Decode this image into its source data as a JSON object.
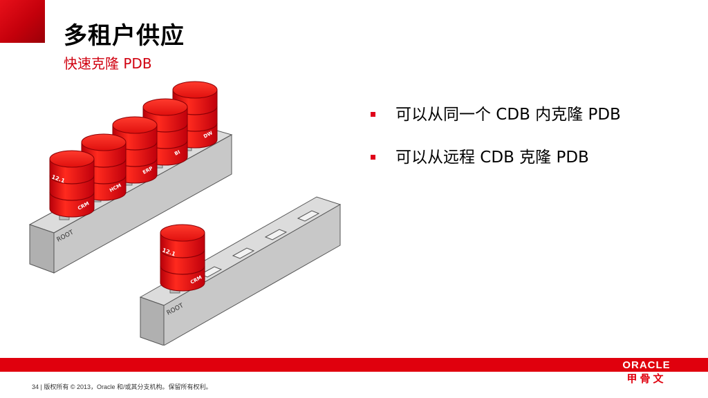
{
  "header": {
    "title": "多租户供应",
    "subtitle": "快速克隆 PDB"
  },
  "bullets": [
    "可以从同一个 CDB 内克隆 PDB",
    "可以从远程 CDB 克隆 PDB"
  ],
  "illustration": {
    "left_container": {
      "root_label": "ROOT",
      "databases": [
        {
          "label": "CRM",
          "top_label": "12.1"
        },
        {
          "label": "HCM"
        },
        {
          "label": "ERP"
        },
        {
          "label": "BI"
        },
        {
          "label": "DW"
        }
      ]
    },
    "right_container": {
      "root_label": "ROOT",
      "databases": [
        {
          "label": "CRM",
          "top_label": "12.1"
        }
      ]
    }
  },
  "footer": {
    "page_number": "34",
    "copyright": "版权所有 © 2013，Oracle 和/或其分支机构。保留所有权利。",
    "logo_text": "ORACLE",
    "logo_cn": "甲骨文"
  },
  "colors": {
    "accent_red": "#e0000d",
    "slab_gray": "#c8c8c8"
  }
}
